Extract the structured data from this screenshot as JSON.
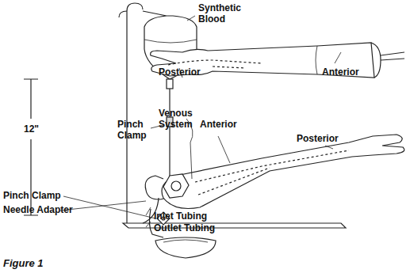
{
  "diagram": {
    "labels": [
      "Synthetic Blood",
      "Posterior",
      "Anterior",
      "12\"",
      "Pinch Clamp",
      "Venous System",
      "Anterior",
      "Posterior",
      "Pinch Clamp",
      "Needle Adapter",
      "Inlet Tubing",
      "Outlet Tubing",
      "Figure 1"
    ]
  }
}
